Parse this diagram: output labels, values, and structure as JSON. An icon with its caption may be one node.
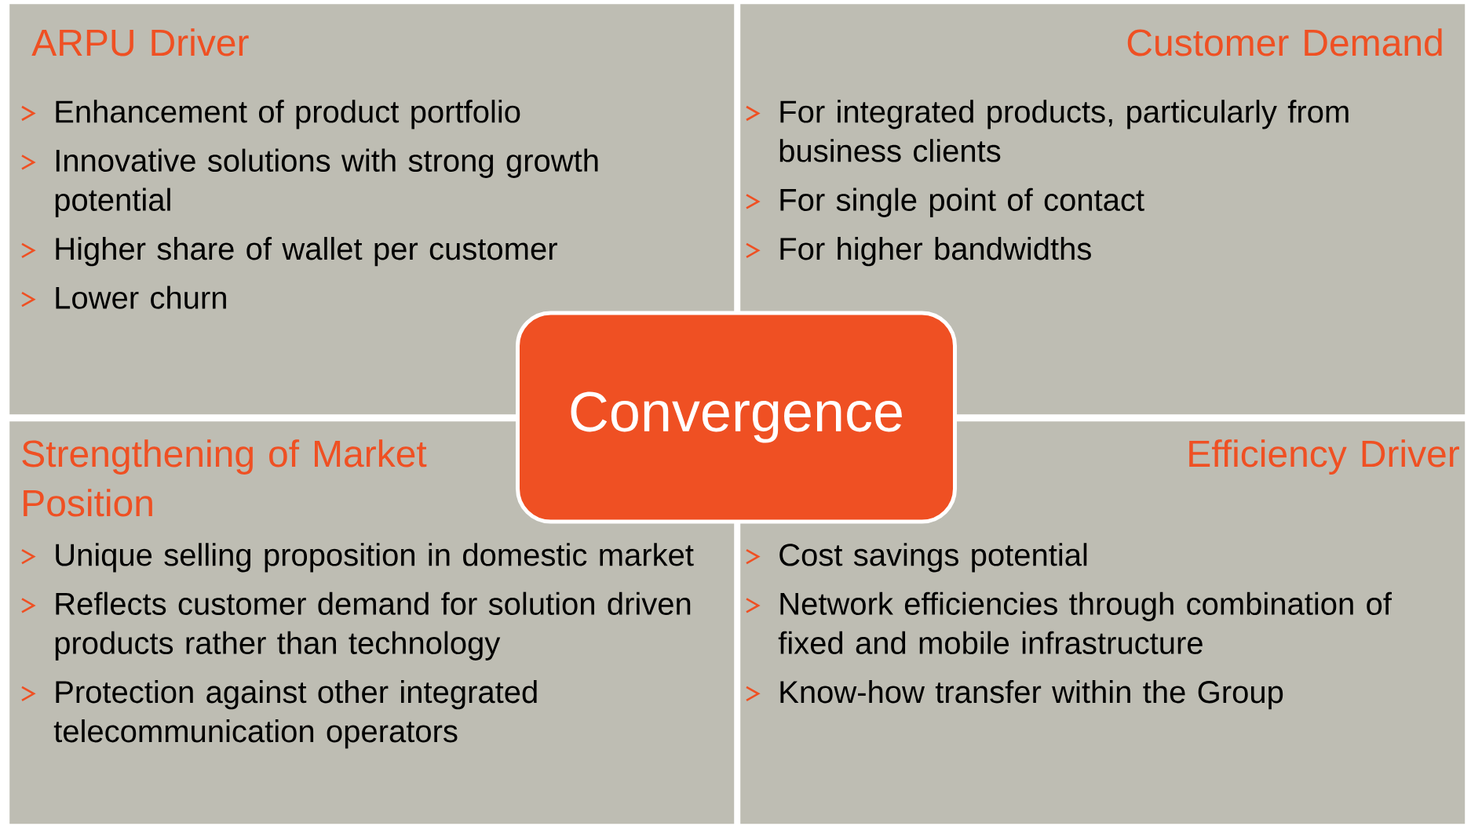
{
  "diagram": {
    "nodes": [
      {
        "text": [
          "ARPU Driver",
          "Enhancement of product portfolio",
          "Innovative solutions with strong growth potential",
          "Higher share of wallet per customer",
          "Lower churn"
        ]
      },
      {
        "text": [
          "Customer Demand",
          "For integrated products, particularly from business clients",
          "For single point of contact",
          "For higher bandwidths"
        ]
      },
      {
        "text": [
          "Strengthening of Market Position",
          "Unique selling proposition in domestic market",
          "Reflects customer demand for solution driven products rather than technology",
          "Protection against other integrated telecommunication operators"
        ]
      },
      {
        "text": [
          "Efficiency Driver",
          "Cost savings potential",
          "Network efficiencies through combination of fixed and mobile infrastructure",
          "Know-how transfer within the Group"
        ]
      },
      {
        "text": [
          "Convergence"
        ]
      }
    ]
  }
}
